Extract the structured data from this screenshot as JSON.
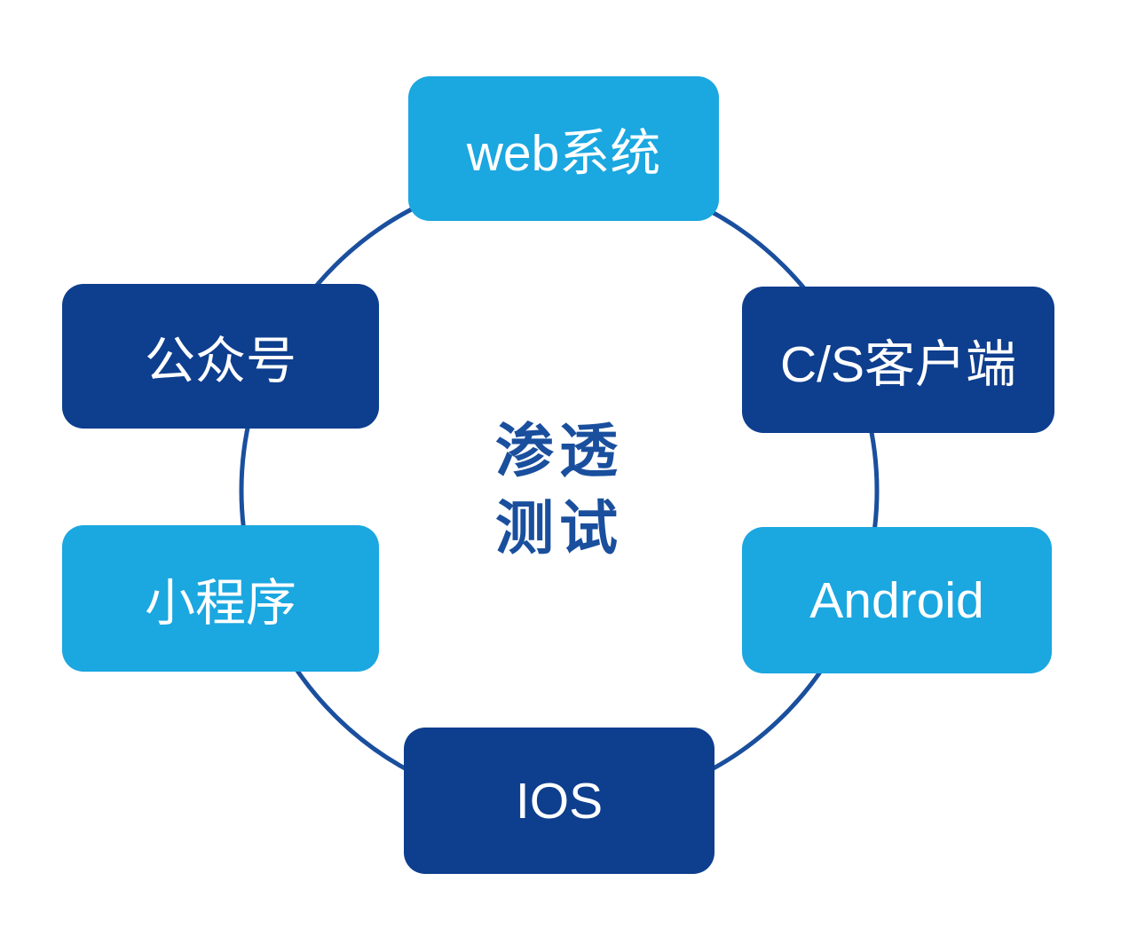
{
  "diagram": {
    "center": {
      "line1": "渗透",
      "line2": "测试"
    },
    "nodes": [
      {
        "id": "web-system",
        "label": "web系统",
        "color": "#1BA7E0",
        "text_color": "#FFFFFF"
      },
      {
        "id": "cs-client",
        "label": "C/S客户端",
        "color": "#0E3E8E",
        "text_color": "#FFFFFF"
      },
      {
        "id": "android",
        "label": "Android",
        "color": "#1BA7E0",
        "text_color": "#FFFFFF"
      },
      {
        "id": "ios",
        "label": "IOS",
        "color": "#0E3E8E",
        "text_color": "#FFFFFF"
      },
      {
        "id": "mini-program",
        "label": "小程序",
        "color": "#1BA7E0",
        "text_color": "#FFFFFF"
      },
      {
        "id": "official-account",
        "label": "公众号",
        "color": "#0E3E8E",
        "text_color": "#FFFFFF"
      }
    ],
    "colors": {
      "light_blue": "#1BA7E0",
      "dark_blue": "#0E3E8E",
      "ring_stroke": "#1A4F9E",
      "center_text": "#1A4F9E",
      "background": "#FFFFFF"
    }
  }
}
